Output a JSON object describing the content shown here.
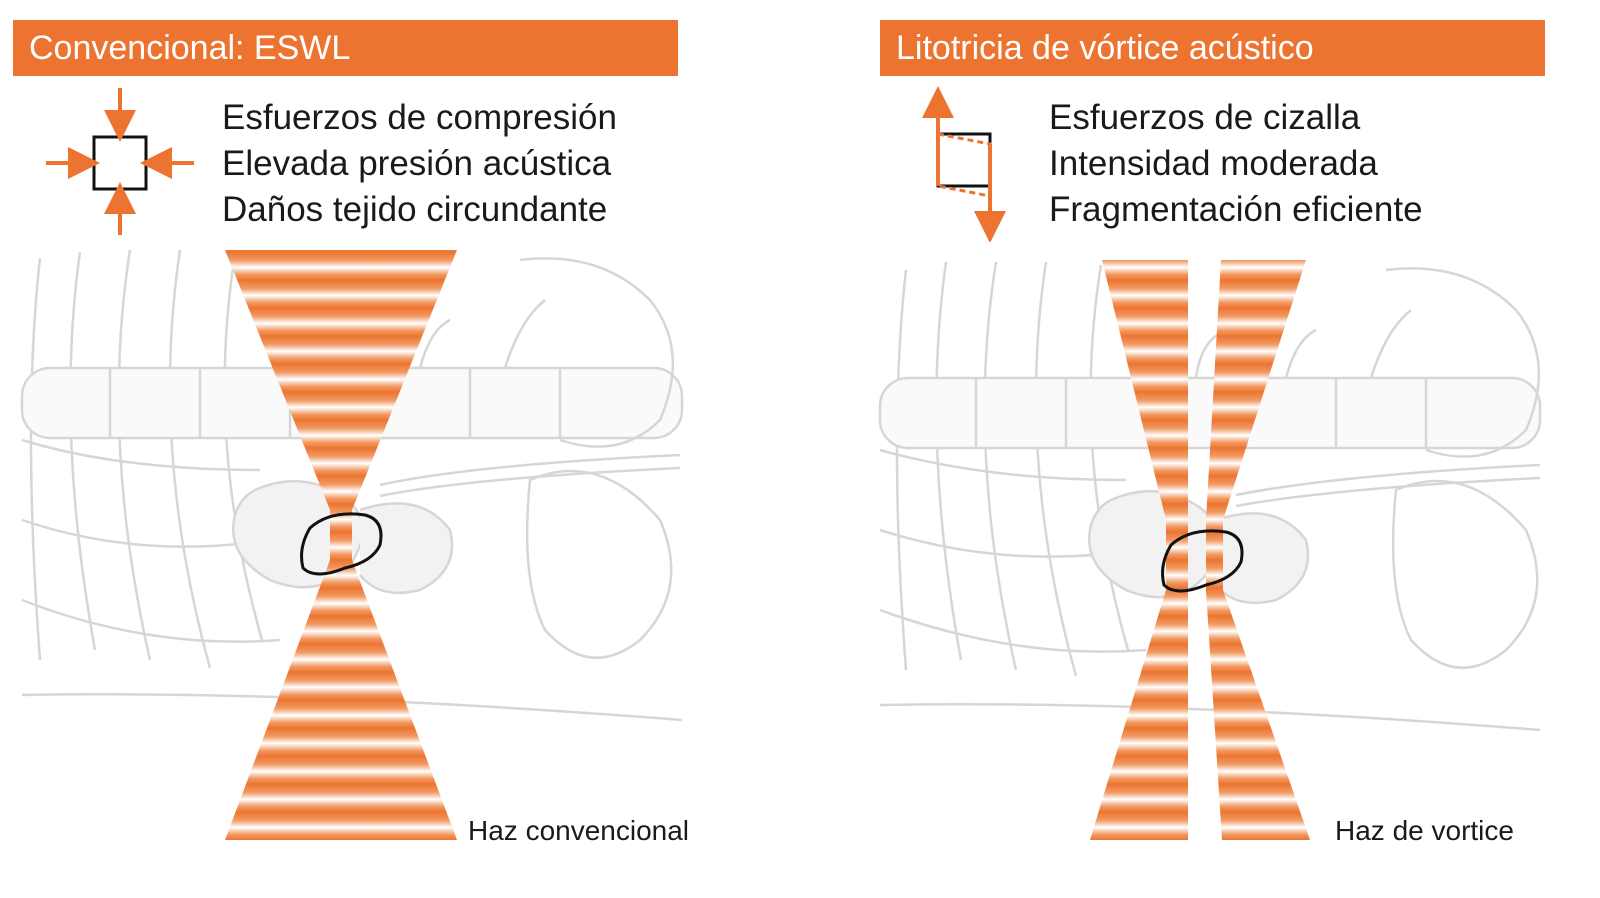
{
  "colors": {
    "accent": "#ec7430",
    "header_text": "#ffffff",
    "anatomy_line": "#d6d6d6",
    "stone_outline": "#111111"
  },
  "left_panel": {
    "title": "Convencional: ESWL",
    "icon": "compression-square-icon",
    "properties": [
      "Esfuerzos de compresión",
      "Elevada presión acústica",
      "Daños tejido circundante"
    ],
    "beam_label": "Haz convencional"
  },
  "right_panel": {
    "title": "Litotricia de vórtice acústico",
    "icon": "shear-square-icon",
    "properties": [
      "Esfuerzos de cizalla",
      "Intensidad moderada",
      "Fragmentación eficiente"
    ],
    "beam_label": "Haz de vortice"
  }
}
